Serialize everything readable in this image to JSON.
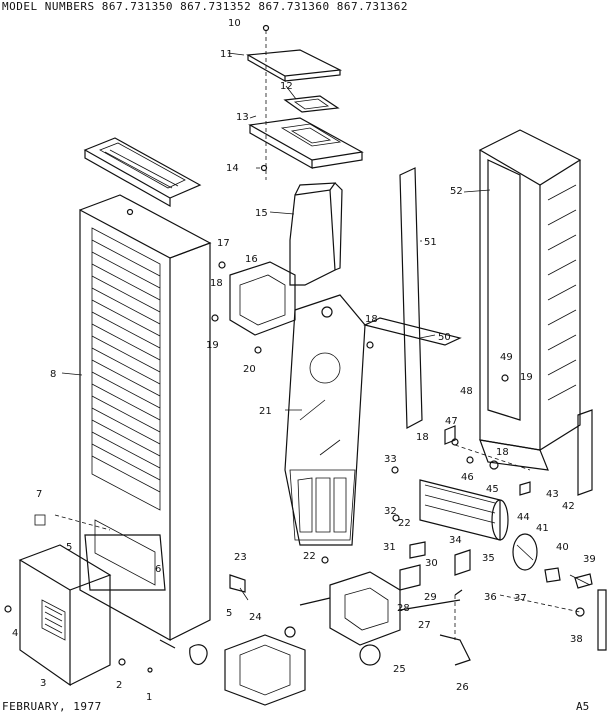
{
  "header": {
    "model_numbers": "MODEL NUMBERS 867.731350 867.731352 867.731360 867.731362"
  },
  "footer": {
    "date": "FEBRUARY, 1977",
    "page_code": "A5"
  },
  "labels": [
    "1",
    "2",
    "3",
    "4",
    "5",
    "6",
    "7",
    "8",
    "10",
    "11",
    "12",
    "13",
    "14",
    "15",
    "16",
    "17",
    "18",
    "19",
    "20",
    "21",
    "22",
    "23",
    "24",
    "25",
    "26",
    "27",
    "28",
    "29",
    "30",
    "31",
    "32",
    "33",
    "34",
    "35",
    "36",
    "37",
    "38",
    "39",
    "40",
    "41",
    "42",
    "43",
    "44",
    "45",
    "46",
    "47",
    "48",
    "49",
    "50",
    "51",
    "52"
  ]
}
